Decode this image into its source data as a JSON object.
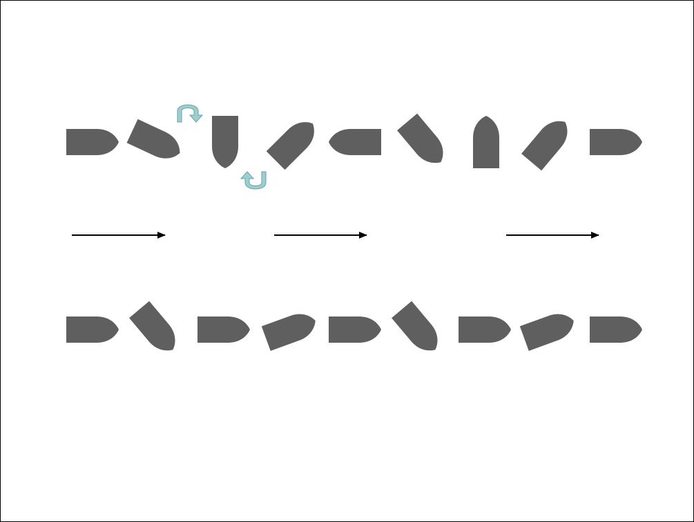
{
  "colors": {
    "bullet": "#5f5f5f",
    "arrow": "#000000",
    "rotation_indicator": "#9ccfd0",
    "rotation_indicator_stroke": "#6aa2a4",
    "background": "#ffffff",
    "border": "#000000"
  },
  "diagram": {
    "rows": [
      {
        "name": "tumbling-row",
        "bullet_angles_deg": [
          0,
          25,
          90,
          -45,
          180,
          50,
          -90,
          -50,
          0
        ]
      },
      {
        "name": "oscillating-row",
        "bullet_angles_deg": [
          0,
          50,
          0,
          -20,
          0,
          50,
          0,
          -20,
          0
        ]
      }
    ],
    "direction_arrows": 3,
    "rotation_indicators": [
      {
        "icon": "curved-arrow-rotate-clockwise-icon"
      },
      {
        "icon": "curved-arrow-rotate-clockwise-icon"
      }
    ]
  }
}
